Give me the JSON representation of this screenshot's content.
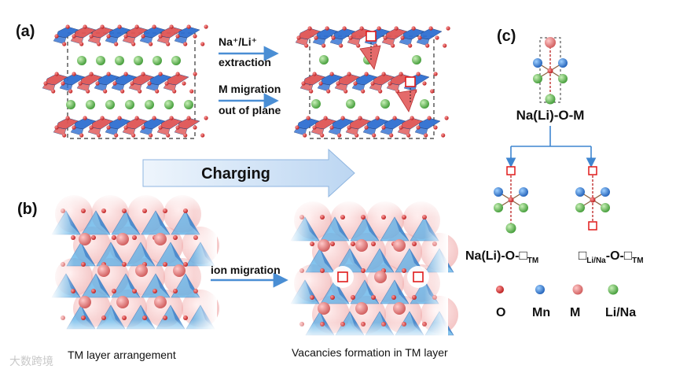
{
  "panel_a": {
    "label": "(a)",
    "arrow1_line1": "Na⁺/Li⁺",
    "arrow1_line2": "extraction",
    "arrow2_line1": "M migration",
    "arrow2_line2": "out of plane",
    "charging_label": "Charging"
  },
  "panel_b": {
    "label": "(b)",
    "arrow_label": "ion migration",
    "caption_left": "TM layer arrangement",
    "caption_right": "Vacancies formation in TM layer"
  },
  "panel_c": {
    "label": "(c)",
    "top_label": "Na(Li)-O-M",
    "left_label_main": "Na(Li)-O-",
    "left_label_box": "□",
    "left_label_sub": "TM",
    "right_label_box1": "□",
    "right_label_sub1": "Li/Na",
    "right_label_mid": "-O-",
    "right_label_box2": "□",
    "right_label_sub2": "TM",
    "legend": [
      {
        "symbol": "O",
        "color": "#d42a2a"
      },
      {
        "symbol": "Mn",
        "color": "#2f78d6"
      },
      {
        "symbol": "M",
        "color": "#e06a6a"
      },
      {
        "symbol": "Li/Na",
        "color": "#54b24a"
      }
    ]
  },
  "watermark": "大数跨境",
  "colors": {
    "blue_octahedron": "#2f6fd1",
    "red_octahedron": "#df5555",
    "vacancy": "#e01a1a",
    "arrow": "#4a8ed4"
  }
}
